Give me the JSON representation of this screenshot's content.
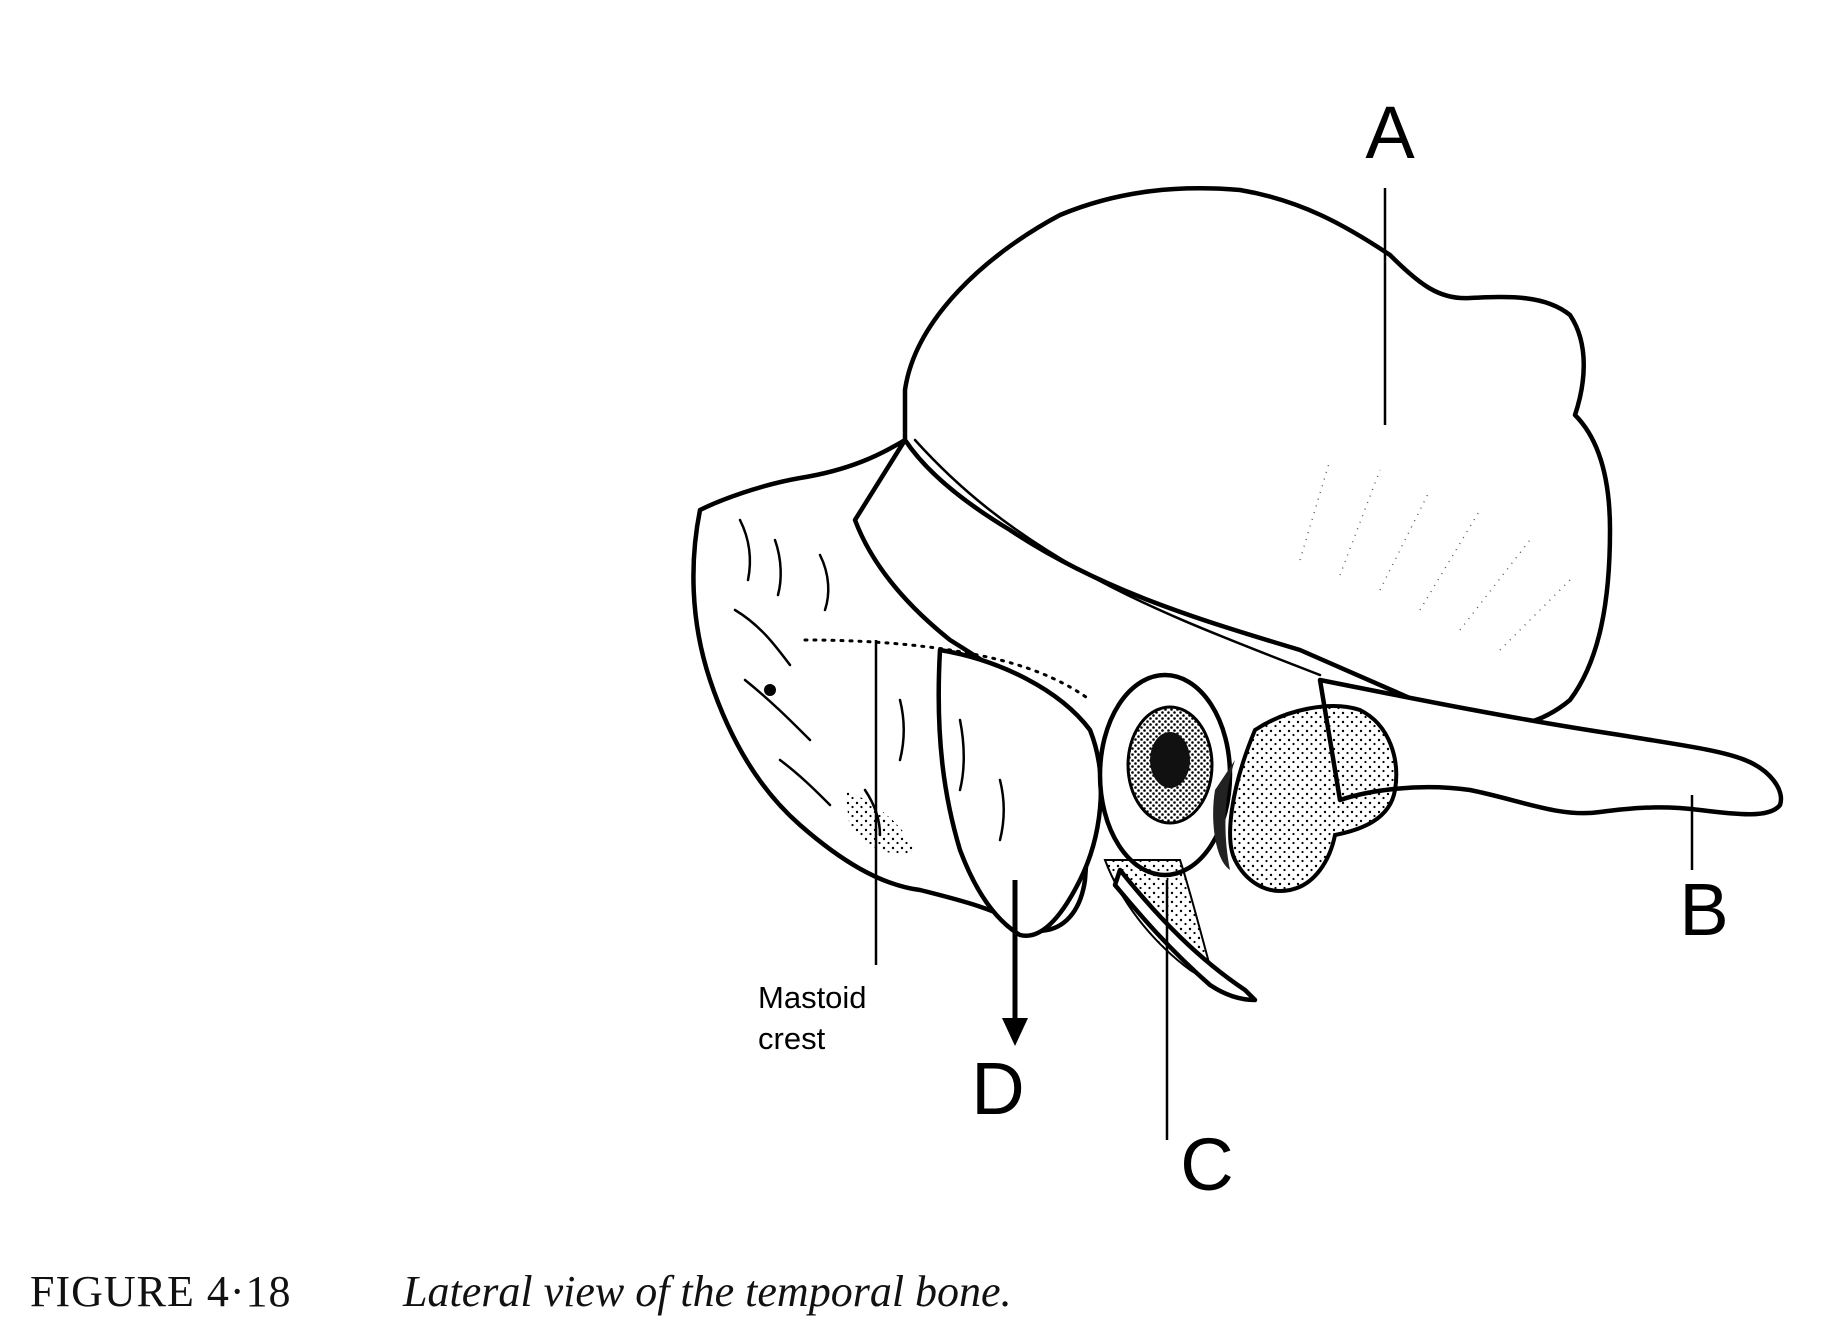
{
  "diagram": {
    "labels": {
      "a": "A",
      "b": "B",
      "c": "C",
      "d": "D",
      "mastoid_crest_line1": "Mastoid",
      "mastoid_crest_line2": "crest"
    },
    "caption": {
      "number": "FIGURE 4·18",
      "text": "Lateral view of the temporal bone."
    }
  }
}
